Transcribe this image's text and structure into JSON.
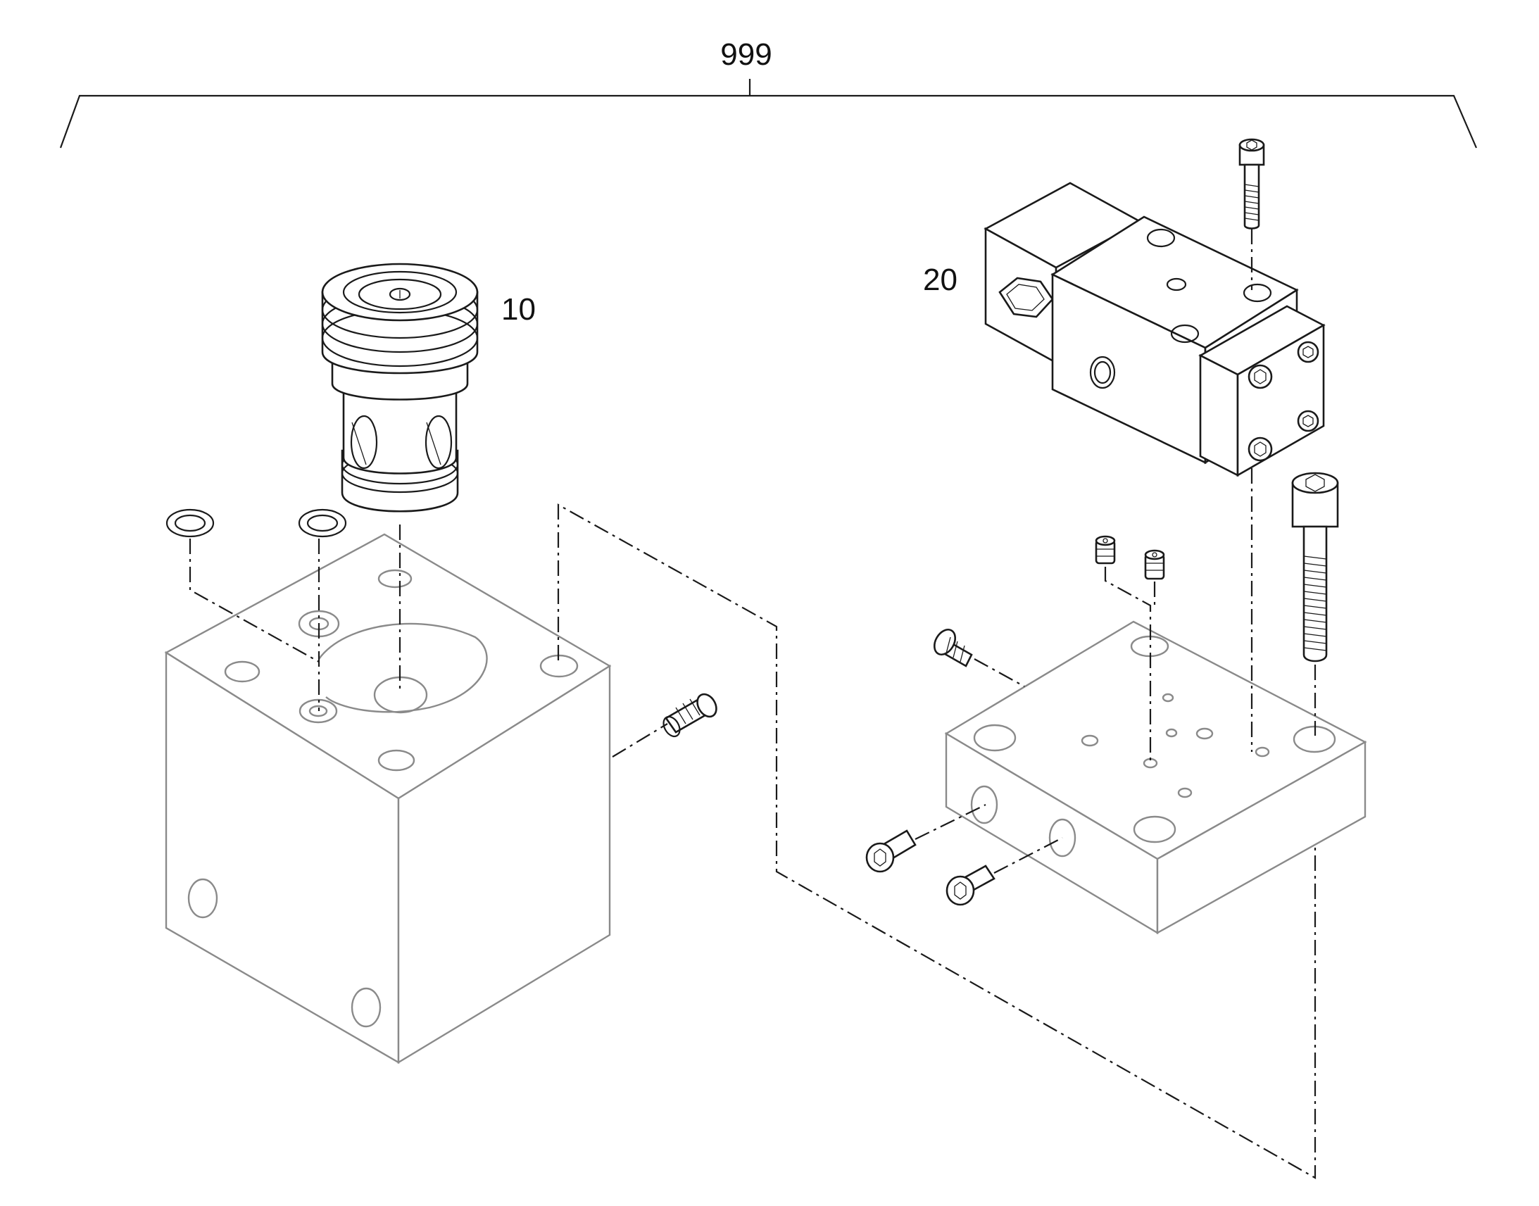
{
  "callouts": {
    "assembly": "999",
    "cartridge_valve": "10",
    "solenoid_valve": "20"
  }
}
